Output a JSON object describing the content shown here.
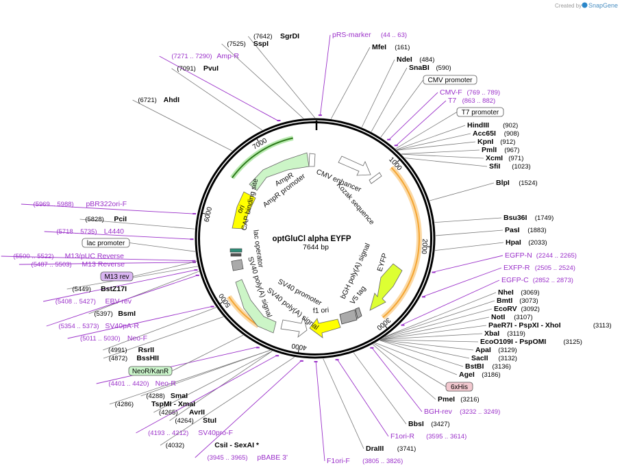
{
  "watermark": "Created by",
  "watermark_brand": "SnapGene",
  "plasmid": {
    "name": "optGluCl alpha EYFP",
    "size": "7644 bp"
  },
  "ring_ticks": [
    "1000",
    "2000",
    "3000",
    "4000",
    "5000",
    "6000",
    "7000"
  ],
  "sites_right": [
    {
      "name": "MfeI",
      "pos": "(161)"
    },
    {
      "name": "NdeI",
      "pos": "(484)"
    },
    {
      "name": "SnaBI",
      "pos": "(590)"
    },
    {
      "name": "HindIII",
      "pos": "(902)"
    },
    {
      "name": "Acc65I",
      "pos": "(908)"
    },
    {
      "name": "KpnI",
      "pos": "(912)"
    },
    {
      "name": "PmlI",
      "pos": "(967)"
    },
    {
      "name": "XcmI",
      "pos": "(971)"
    },
    {
      "name": "SfiI",
      "pos": "(1023)"
    },
    {
      "name": "BlpI",
      "pos": "(1524)"
    },
    {
      "name": "Bsu36I",
      "pos": "(1749)"
    },
    {
      "name": "PasI",
      "pos": "(1883)"
    },
    {
      "name": "HpaI",
      "pos": "(2033)"
    },
    {
      "name": "NheI",
      "pos": "(3069)"
    },
    {
      "name": "BmtI",
      "pos": "(3073)"
    },
    {
      "name": "EcoRV",
      "pos": "(3092)"
    },
    {
      "name": "NotI",
      "pos": "(3107)"
    },
    {
      "name": "PaeR7I  - PspXI  - XhoI",
      "pos": "(3113)"
    },
    {
      "name": "XbaI",
      "pos": "(3119)"
    },
    {
      "name": "EcoO109I  - PspOMI",
      "pos": "(3125)"
    },
    {
      "name": "ApaI",
      "pos": "(3129)"
    },
    {
      "name": "SacII",
      "pos": "(3132)"
    },
    {
      "name": "BstBI",
      "pos": "(3136)"
    },
    {
      "name": "AgeI",
      "pos": "(3186)"
    },
    {
      "name": "PmeI",
      "pos": "(3216)"
    },
    {
      "name": "BbsI",
      "pos": "(3427)"
    },
    {
      "name": "DraIII",
      "pos": "(3741)"
    }
  ],
  "sites_left": [
    {
      "name": "SgrDI",
      "pos": "(7642)"
    },
    {
      "name": "SspI",
      "pos": "(7525)"
    },
    {
      "name": "PvuI",
      "pos": "(7091)"
    },
    {
      "name": "AhdI",
      "pos": "(6721)"
    },
    {
      "name": "PciI",
      "pos": "(5828)"
    },
    {
      "name": "BstZ17I",
      "pos": "(5449)"
    },
    {
      "name": "BsmI",
      "pos": "(5397)"
    },
    {
      "name": "RsrII",
      "pos": "(4991)"
    },
    {
      "name": "BssHII",
      "pos": "(4872)"
    },
    {
      "name": "SmaI",
      "pos": "(4288)"
    },
    {
      "name": "TspMI  - XmaI",
      "pos": "(4286)"
    },
    {
      "name": "AvrII",
      "pos": "(4265)"
    },
    {
      "name": "StuI",
      "pos": "(4264)"
    },
    {
      "name": "CsiI  - SexAI  *",
      "pos": "(4032)"
    }
  ],
  "primers_right": [
    {
      "name": "pRS-marker",
      "pos": "(44 .. 63)"
    },
    {
      "name": "CMV-F",
      "pos": "(769 .. 789)"
    },
    {
      "name": "T7",
      "pos": "(863 .. 882)"
    },
    {
      "name": "EGFP-N",
      "pos": "(2244 .. 2265)"
    },
    {
      "name": "EXFP-R",
      "pos": "(2505 .. 2524)"
    },
    {
      "name": "EGFP-C",
      "pos": "(2852 .. 2873)"
    },
    {
      "name": "BGH-rev",
      "pos": "(3232 .. 3249)"
    },
    {
      "name": "F1ori-R",
      "pos": "(3595 .. 3614)"
    },
    {
      "name": "F1ori-F",
      "pos": "(3805 .. 3826)"
    }
  ],
  "primers_left": [
    {
      "name": "Amp-R",
      "pos": "(7271 .. 7290)"
    },
    {
      "name": "pBR322ori-F",
      "pos": "(5969 .. 5988)"
    },
    {
      "name": "L4440",
      "pos": "(5718 .. 5735)"
    },
    {
      "name": "M13/pUC Reverse",
      "pos": "(5500 .. 5522)"
    },
    {
      "name": "M13 Reverse",
      "pos": "(5487 .. 5503)"
    },
    {
      "name": "EBV-rev",
      "pos": "(5408 .. 5427)"
    },
    {
      "name": "SV40pA-R",
      "pos": "(5354 .. 5373)"
    },
    {
      "name": "Neo-F",
      "pos": "(5011 .. 5030)"
    },
    {
      "name": "Neo-R",
      "pos": "(4401 .. 4420)"
    },
    {
      "name": "SV40pro-F",
      "pos": "(4193 .. 4212)"
    },
    {
      "name": "pBABE 3'",
      "pos": "(3945 .. 3965)"
    }
  ],
  "boxed_labels": [
    {
      "text": "CMV promoter"
    },
    {
      "text": "T7 promoter"
    },
    {
      "text": "lac promoter"
    },
    {
      "text": "M13 rev"
    },
    {
      "text": "NeoR/KanR"
    },
    {
      "text": "6xHis"
    }
  ],
  "features": {
    "cmv_enhancer": "CMV enhancer",
    "kozak": "Kozak sequence",
    "ampr": "AmpR",
    "ampr_promoter": "AmpR promoter",
    "ori": "ori",
    "cap": "CAP binding site",
    "lac_operator": "lac operator",
    "sv40_pa_1": "SV40 poly(A) signal",
    "sv40_promoter": "SV40 promoter",
    "sv40_pa_2": "SV40 poly(A) signal",
    "f1_ori": "f1 ori",
    "bgh": "bGH poly(A) signal",
    "v5": "V5 tag",
    "eyfp": "EYFP"
  },
  "colors": {
    "primer": "#9a2fc9",
    "ampr_fill": "#ccf5c7",
    "ori_fill": "#ffff00",
    "eyfp_fill": "#ddff33",
    "orf_arc": "#f4a532",
    "orf_glow": "#fbd9a5",
    "ampr_orf_arc": "#2d7a1a",
    "m13_box": "#dab6f2",
    "neo_box": "#cbf5cb",
    "his_box": "#f2c8cf"
  }
}
